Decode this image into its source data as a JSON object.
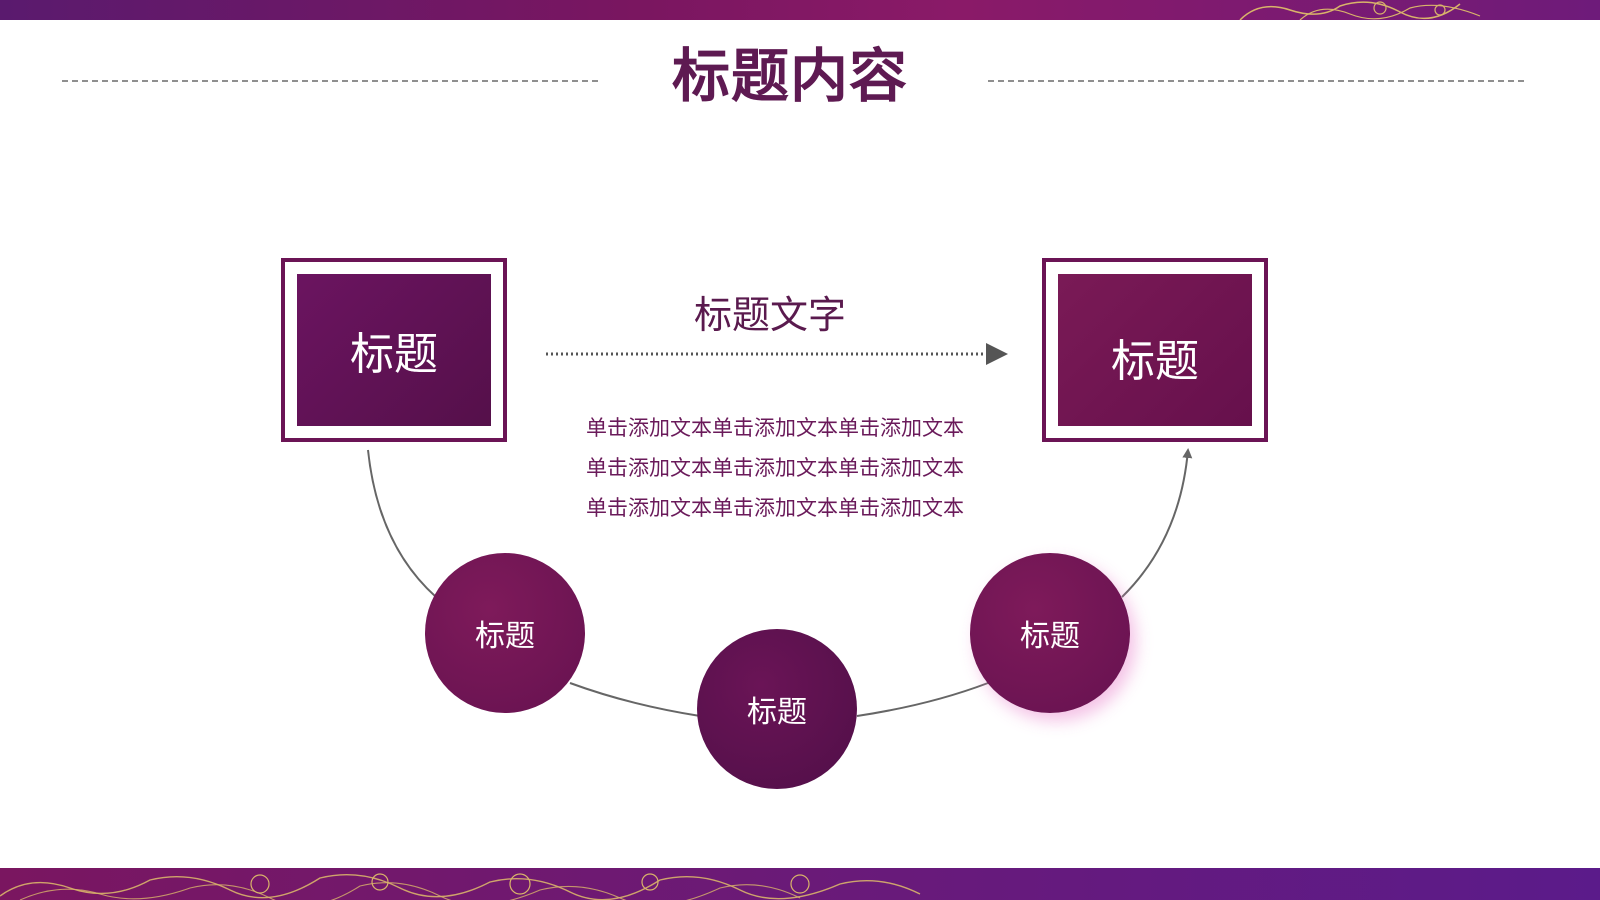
{
  "header": {
    "title": "标题内容"
  },
  "diagram": {
    "left_box": {
      "label": "标题"
    },
    "right_box": {
      "label": "标题"
    },
    "arrow_label": "标题文字",
    "body_lines": [
      "单击添加文本单击添加文本单击添加文本",
      "单击添加文本单击添加文本单击添加文本",
      "单击添加文本单击添加文本单击添加文本"
    ],
    "circles": [
      {
        "label": "标题"
      },
      {
        "label": "标题"
      },
      {
        "label": "标题"
      }
    ]
  },
  "colors": {
    "primary": "#6b1455",
    "dark": "#55104a",
    "text": "#5e1a52",
    "line": "#666666",
    "accent_gold": "#d9b46a"
  }
}
